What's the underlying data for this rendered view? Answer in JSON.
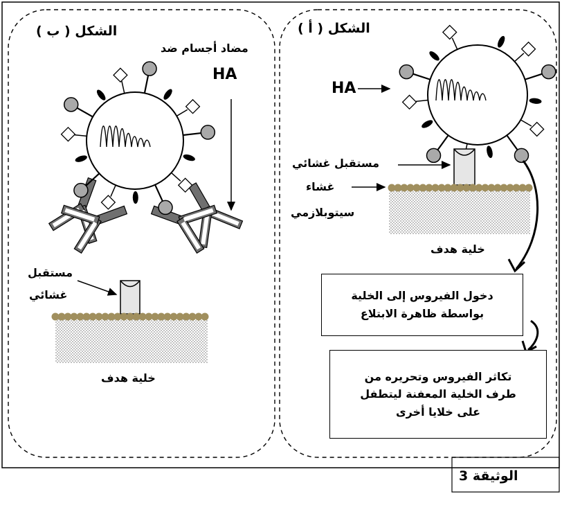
{
  "figure_a": {
    "title": "الشكل ( أ )",
    "label_ha": "HA",
    "label_receptor": "مستقبل غشائي",
    "label_membrane_line1": "غشاء",
    "label_membrane_line2": "سيتوبلازمي",
    "label_target_cell": "خلية هدف",
    "step1_lines": [
      "دخول الفيروس إلى الخلية",
      "بواسطة ظاهرة الابتلاع"
    ],
    "step2_lines": [
      "تكاثر الفيروس وتحريره من",
      "طرف الخلية المعفنة ليتطفل",
      "على خلايا أخرى"
    ]
  },
  "figure_b": {
    "title": "الشكل ( ب )",
    "label_antibody_line1": "مضاد أجسام ضد",
    "label_antibody_line2": "HA",
    "label_receptor_line1": "مستقبل",
    "label_receptor_line2": "غشائي",
    "label_target_cell": "خلية هدف"
  },
  "document_title": "الوثيقة 3",
  "colors": {
    "membrane": "#a08f5e",
    "ha_sphere": "#a9a9a9",
    "antibody": "#707070",
    "stroke": "#000000"
  }
}
